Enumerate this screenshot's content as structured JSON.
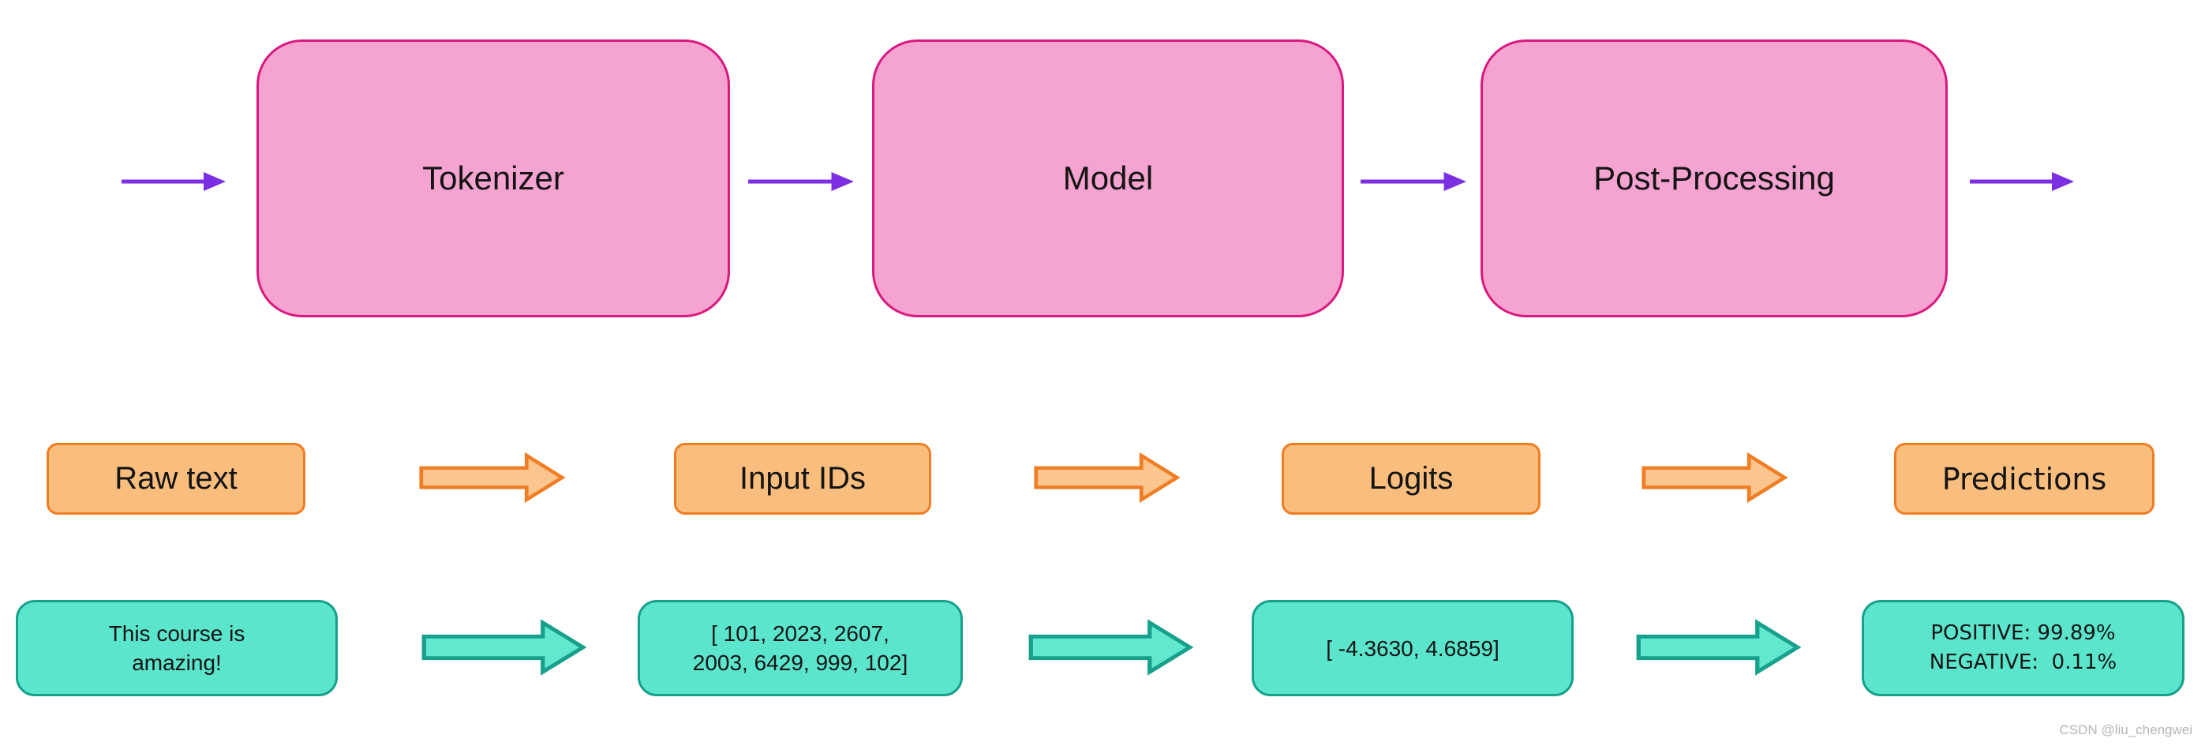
{
  "pipeline_row": {
    "boxes": [
      {
        "label": "Tokenizer"
      },
      {
        "label": "Model"
      },
      {
        "label": "Post-Processing"
      }
    ]
  },
  "labels_row": {
    "boxes": [
      {
        "label": "Raw text"
      },
      {
        "label": "Input IDs"
      },
      {
        "label": "Logits"
      },
      {
        "label": "Predictions"
      }
    ]
  },
  "values_row": {
    "boxes": [
      {
        "line1": "This course is",
        "line2": "amazing!"
      },
      {
        "line1": "[ 101, 2023, 2607,",
        "line2": "2003, 6429, 999, 102]"
      },
      {
        "line1": "[ -4.3630, 4.6859]"
      },
      {
        "line1": "POSITIVE: 99.89%",
        "line2": "NEGATIVE:  0.11%"
      }
    ]
  },
  "colors": {
    "pink_fill": "#F5A3D1",
    "pink_border": "#D9197F",
    "purple_arrow": "#7B2FE0",
    "orange_fill": "#F9BE7E",
    "orange_border": "#EF7D23",
    "orange_arrow_fill": "#FAC58E",
    "teal_fill": "#5BE5CC",
    "teal_border": "#17A08B",
    "teal_arrow_fill": "#62E8CF"
  },
  "watermark": "CSDN @liu_chengwei"
}
